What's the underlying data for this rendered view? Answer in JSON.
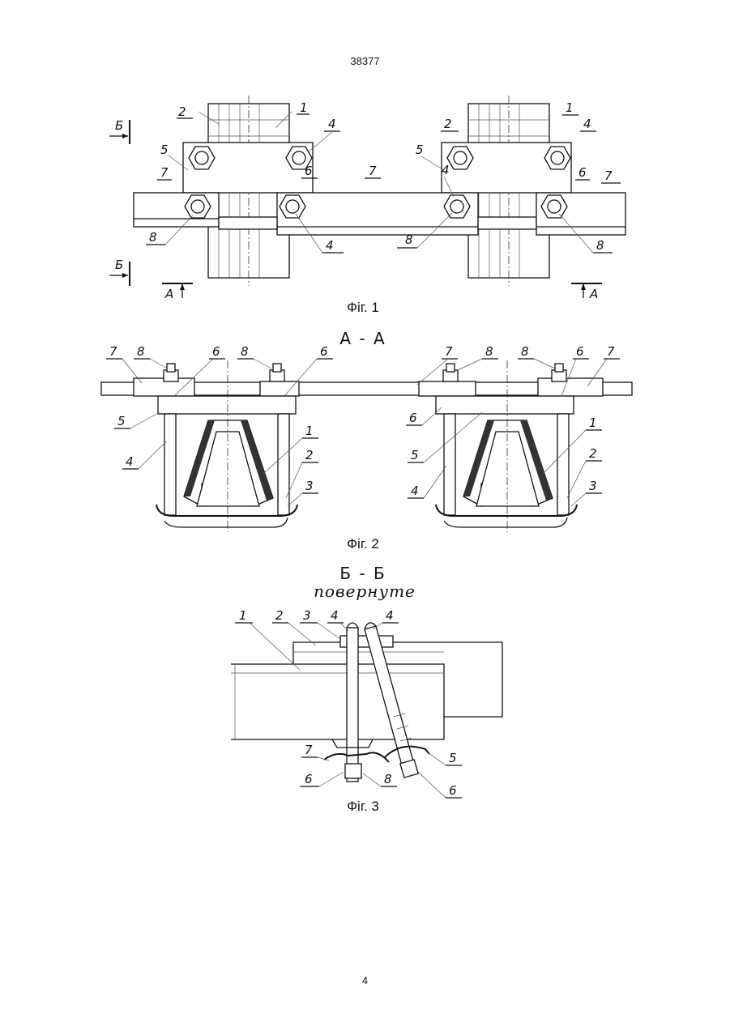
{
  "header": {
    "doc_number": "38377"
  },
  "footer": {
    "page_number": "4"
  },
  "fig1": {
    "caption": "Фіг. 1",
    "section_mark": "Б",
    "view_mark": "А",
    "labels": [
      "1",
      "2",
      "4",
      "5",
      "6",
      "7",
      "8"
    ]
  },
  "fig2": {
    "title": "А - А",
    "caption": "Фіг. 2",
    "labels": [
      "1",
      "2",
      "3",
      "4",
      "5",
      "6",
      "7",
      "8"
    ]
  },
  "fig3": {
    "title": "Б - Б",
    "subtitle": "повернуте",
    "caption": "Фіг. 3",
    "labels": [
      "1",
      "2",
      "3",
      "4",
      "5",
      "6",
      "7",
      "8"
    ]
  }
}
